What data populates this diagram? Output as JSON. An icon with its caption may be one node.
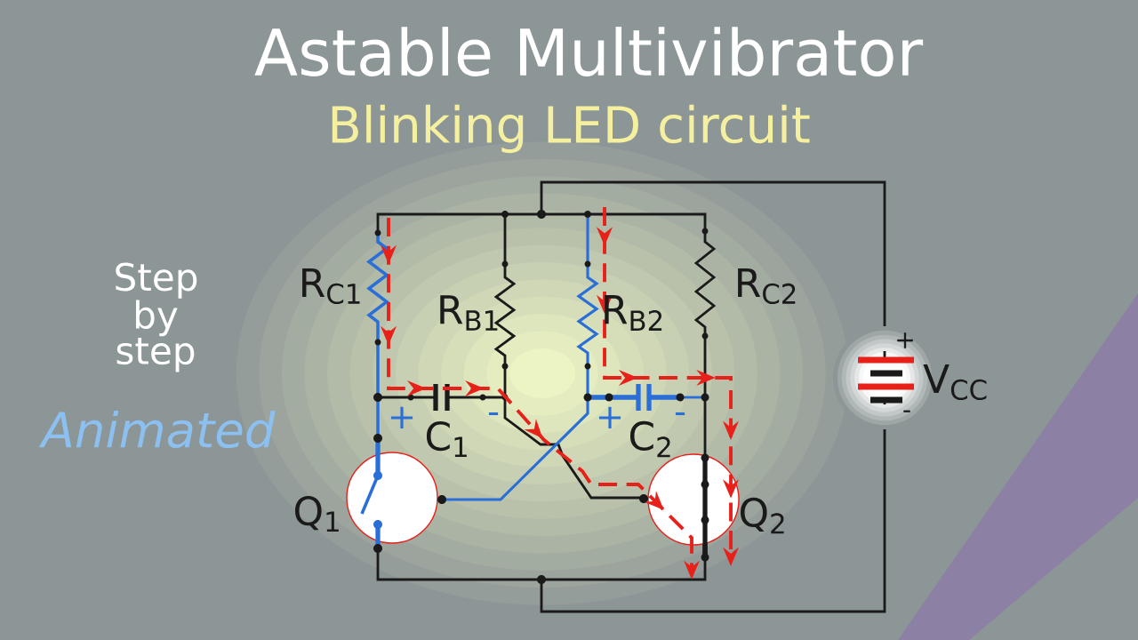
{
  "diagram": {
    "title": "Astable Multivibrator",
    "nodes": [
      {
        "text": [
          "V$_{CC}$",
          "+",
          "-"
        ]
      },
      {
        "text": [
          "Q$_{1}$"
        ]
      },
      {
        "text": [
          "Q$_{2}$"
        ]
      }
    ],
    "labels": [
      "Blinking LED circuit",
      "Step by step",
      "R$_{C1}$",
      "R$_{C2}$",
      "R$_{B1}$",
      "R$_{B2}$",
      "Animated",
      "+",
      "C$_{1}$",
      "-",
      "+",
      "C$_{2}$",
      "-"
    ]
  }
}
